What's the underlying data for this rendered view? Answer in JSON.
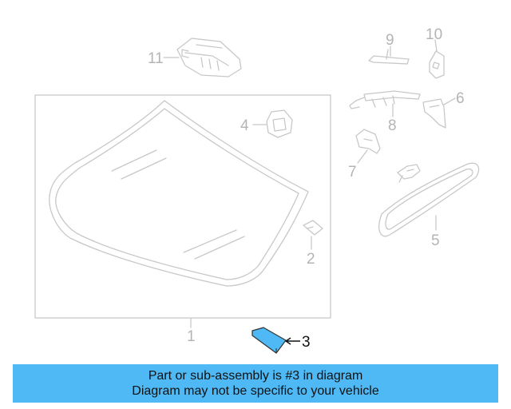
{
  "diagram": {
    "callouts": {
      "p1": "1",
      "p2": "2",
      "p3": "3",
      "p4": "4",
      "p5": "5",
      "p6": "6",
      "p7": "7",
      "p8": "8",
      "p9": "9",
      "p10": "10",
      "p11": "11"
    },
    "highlighted_part": "3",
    "colors": {
      "line_gray": "#c8c8c8",
      "label_gray": "#b4b4b4",
      "highlight_fill": "#4eb9f5",
      "banner_background": "#4eb9f5"
    }
  },
  "banner": {
    "line1": "Part or sub-assembly is #3 in diagram",
    "line2": "Diagram may not be specific to your vehicle"
  }
}
